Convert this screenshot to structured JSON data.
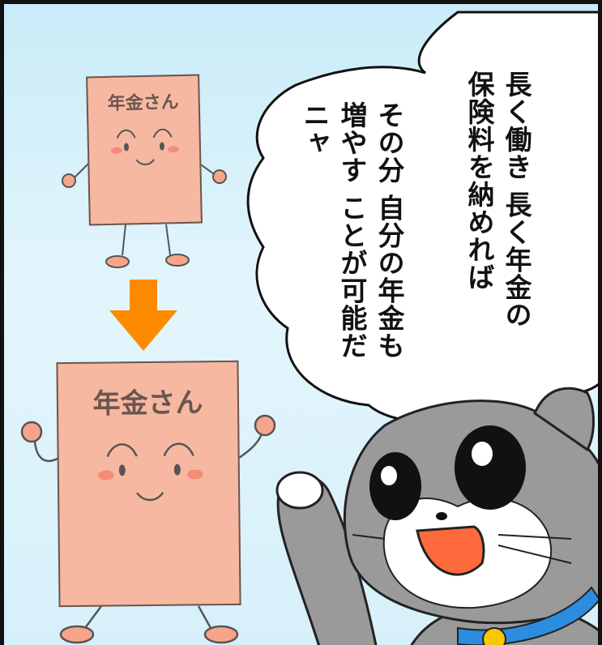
{
  "panel": {
    "small_card": {
      "label": "年金さん"
    },
    "big_card": {
      "label": "年金さん"
    },
    "speech": {
      "column_1": "長く働き 長く年金の 保険料を納めれば",
      "column_2": "その分 自分の年金も増やす ことが可能だニャ"
    }
  },
  "colors": {
    "card_fill": "#f7b8a1",
    "arrow": "#ff8a00",
    "sky": "#c9ecf8",
    "collar": "#2c8de0",
    "bell": "#f5c800"
  }
}
